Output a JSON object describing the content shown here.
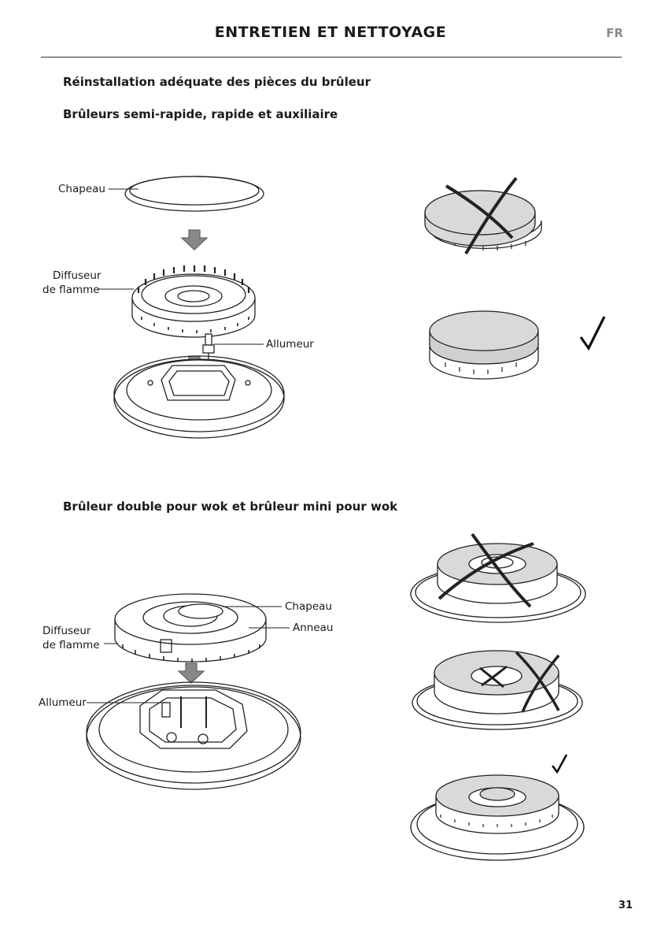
{
  "header": {
    "title": "ENTRETIEN ET NETTOYAGE",
    "lang": "FR"
  },
  "section": {
    "heading": "Réinstallation adéquate des pièces du brûleur",
    "sub1": "Brûleurs semi-rapide, rapide et auxiliaire",
    "sub2": "Brûleur double pour wok et brûleur mini pour wok"
  },
  "figure1": {
    "labels": {
      "cap": "Chapeau",
      "diffuser_l1": "Diffuseur",
      "diffuser_l2": "de flamme",
      "igniter": "Allumeur"
    }
  },
  "figure2": {
    "labels": {
      "cap": "Chapeau",
      "ring": "Anneau",
      "diffuser_l1": "Diffuseur",
      "diffuser_l2": "de flamme",
      "igniter": "Allumeur"
    }
  },
  "footer": {
    "page_number": "31"
  }
}
